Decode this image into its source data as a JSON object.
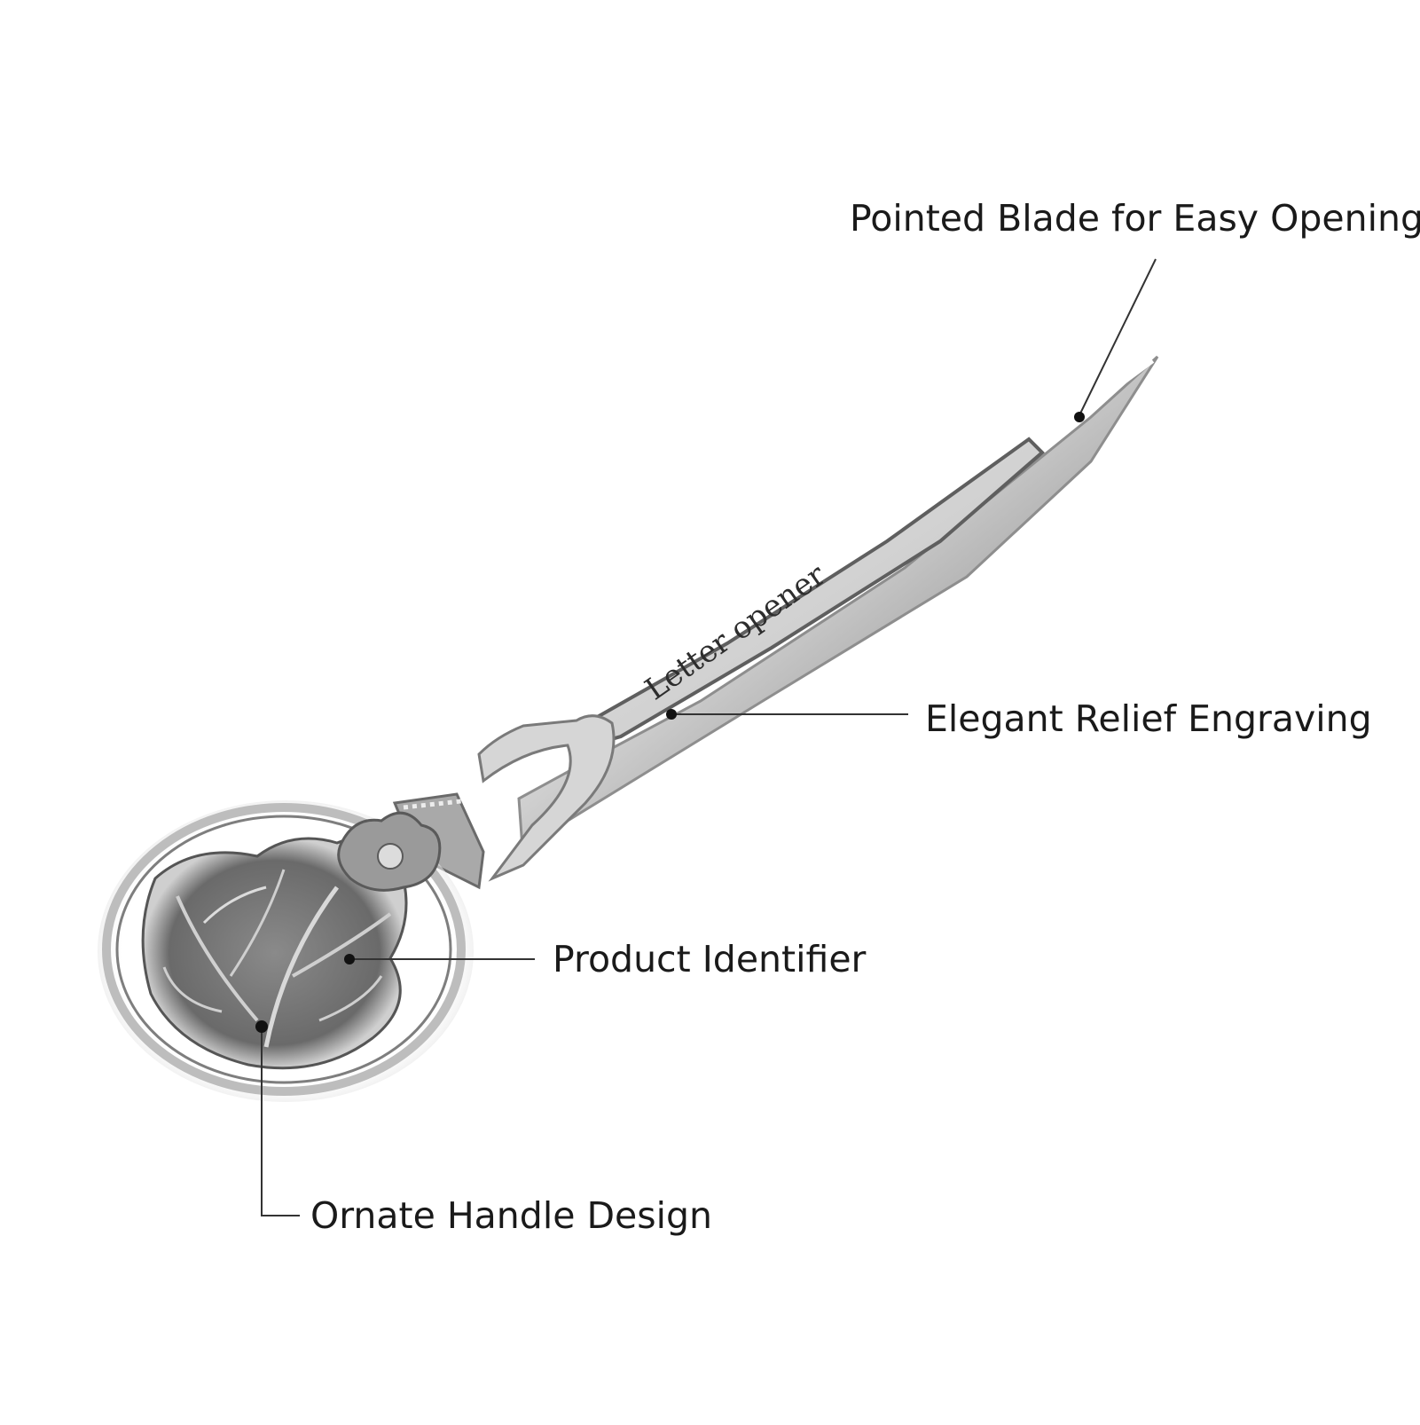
{
  "product": {
    "engraving_text": "Letter opener",
    "metal_color": "#b9b9b9"
  },
  "callouts": [
    {
      "id": "blade",
      "label": "Pointed Blade for Easy Opening"
    },
    {
      "id": "engraving",
      "label": "Elegant Relief Engraving"
    },
    {
      "id": "identifier",
      "label": "Product Identifier"
    },
    {
      "id": "handle",
      "label": "Ornate Handle Design"
    }
  ]
}
